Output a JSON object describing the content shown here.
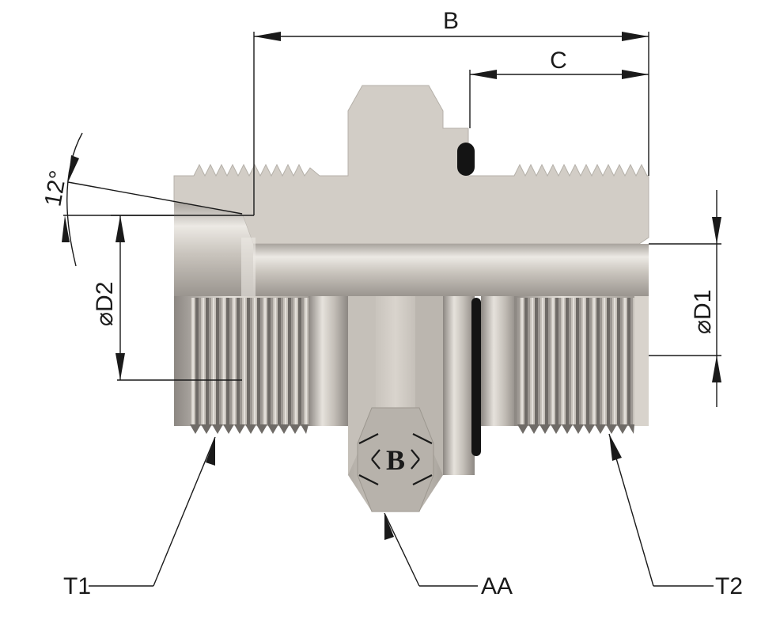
{
  "labels": {
    "b": "B",
    "c": "C",
    "angle": "12°",
    "d1": "⌀D1",
    "d2": "⌀D2",
    "t1": "T1",
    "t2": "T2",
    "aa": "AA",
    "logo": "B"
  },
  "colors": {
    "steel_light": "#d8d3cc",
    "steel_mid": "#bfbab2",
    "steel_dark": "#8f8a84",
    "thread_dark": "#6f6b67",
    "oring": "#141414",
    "line": "#1a1a1a"
  }
}
